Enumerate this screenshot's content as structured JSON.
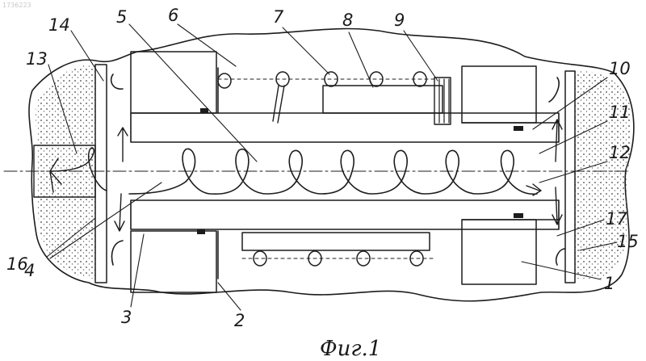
{
  "watermark": "1736223",
  "caption": "Фиг.1",
  "callouts": [
    "1",
    "2",
    "3",
    "4",
    "5",
    "6",
    "7",
    "8",
    "9",
    "10",
    "11",
    "12",
    "13",
    "14",
    "15",
    "16",
    "17"
  ]
}
